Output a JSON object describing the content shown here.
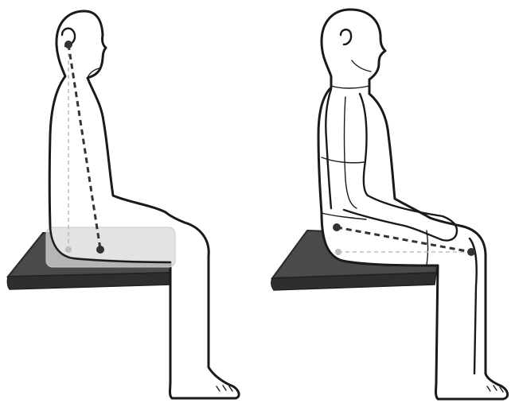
{
  "figures": [
    {
      "name": "left-figure",
      "view": "sagittal-outline-with-spine-line"
    },
    {
      "name": "right-figure",
      "view": "sagittal-outline-with-thigh-line"
    }
  ],
  "colors": {
    "outline": "#1a1a1a",
    "seat": "#4a4a4a",
    "seat_edge": "#2a2a2a",
    "pelvis_shading": "#dcdcdc",
    "marker_dark": "#333333",
    "marker_light": "#bdbdbd",
    "background": "#ffffff"
  },
  "icons": {
    "dark_marker": "filled-dot",
    "light_marker": "light-filled-dot"
  }
}
